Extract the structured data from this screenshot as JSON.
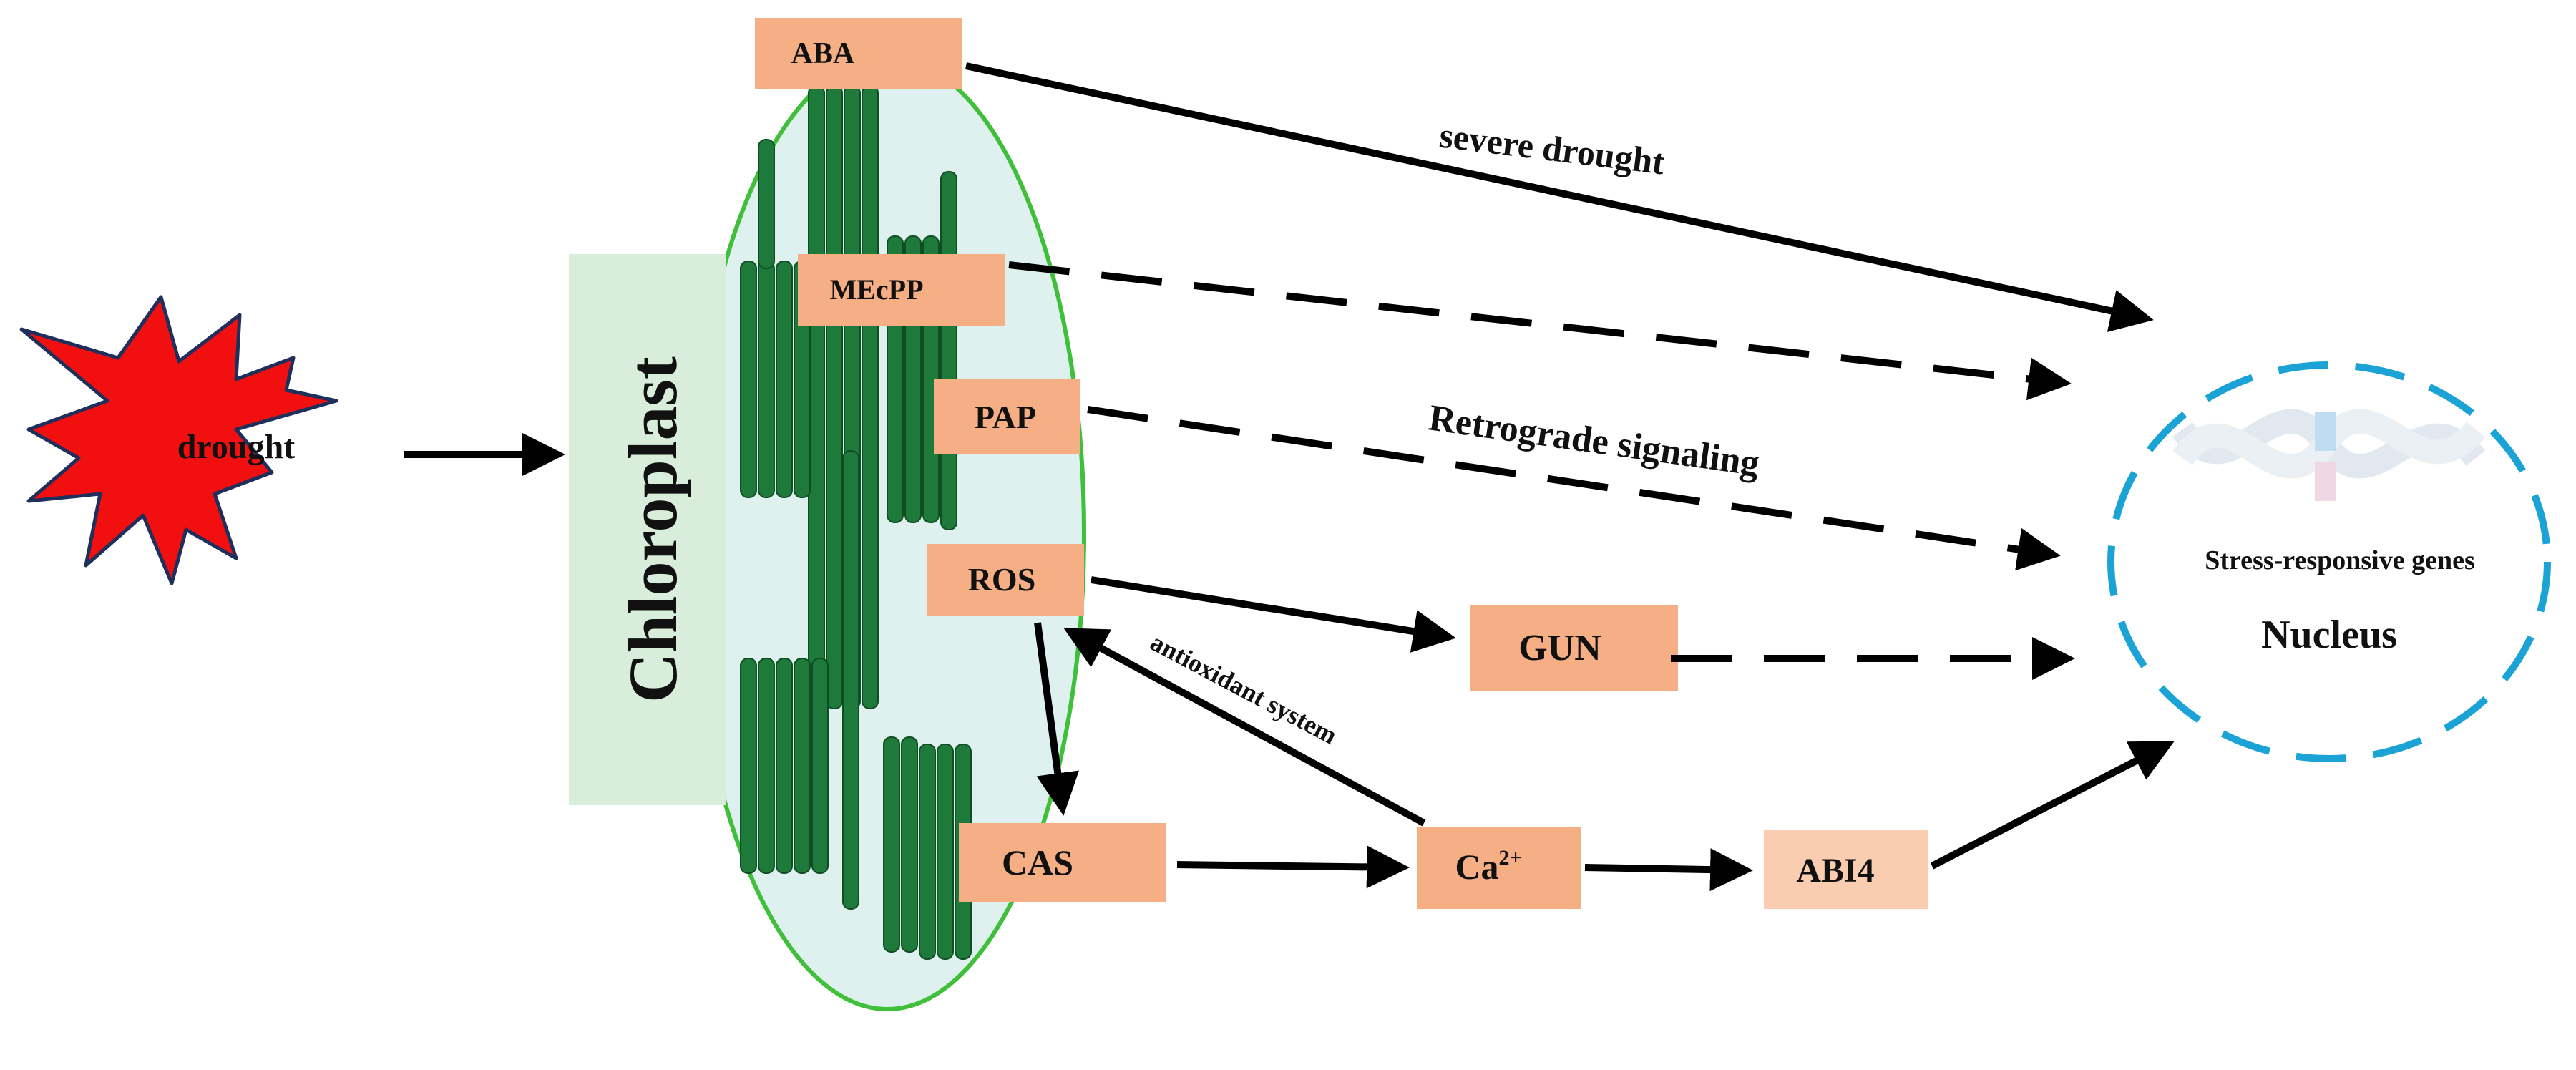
{
  "stimulus": {
    "label": "drought"
  },
  "organelle": {
    "label": "Chloroplast"
  },
  "signals": {
    "aba": "ABA",
    "mecpp": "MEcPP",
    "pap": "PAP",
    "ros": "ROS",
    "cas": "CAS",
    "gun": "GUN",
    "ca_base": "Ca",
    "ca_sup": "2+",
    "abi4": "ABI4"
  },
  "nucleus": {
    "genes_label": "Stress-responsive genes",
    "label": "Nucleus"
  },
  "edge_labels": {
    "severe_drought": "severe drought",
    "retrograde": "Retrograde signaling",
    "antioxidant": "antioxidant system"
  },
  "colors": {
    "box_fill": "#F6AE84",
    "abi4_fill": "#FBCDB0",
    "chloroplast_fill": "#DFF1EF",
    "chloroplast_border": "#3FBF3A",
    "thylakoid": "#1E7A3B",
    "label_panel": "#D9EEDA",
    "star_fill": "#F20F0F",
    "star_border": "#1F2F5C",
    "nucleus_border": "#1BA3D6"
  }
}
